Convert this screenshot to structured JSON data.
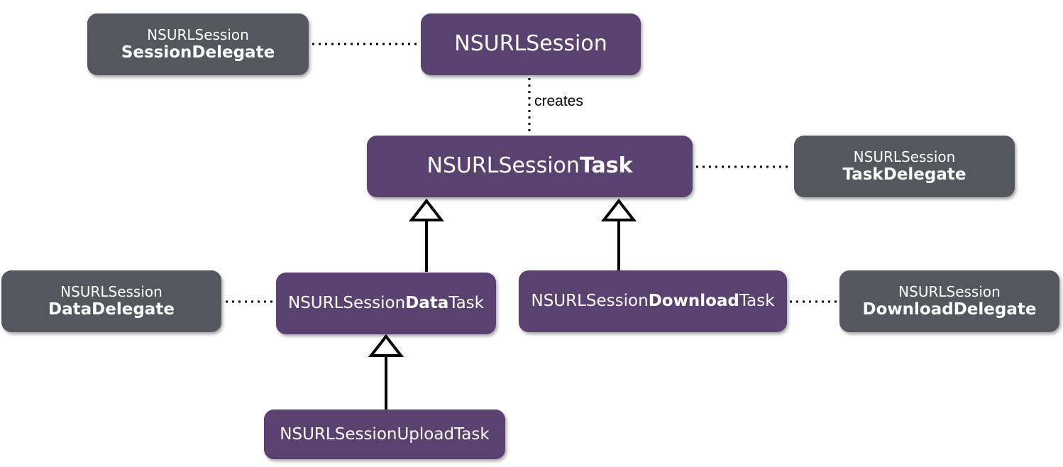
{
  "nodes": {
    "session": {
      "prefix": "NSURLSession",
      "bold": "",
      "suffix": ""
    },
    "task": {
      "prefix": "NSURLSession",
      "bold": "Task",
      "suffix": ""
    },
    "data_task": {
      "prefix": "NSURLSession",
      "bold": "Data",
      "suffix": "Task"
    },
    "download_task": {
      "prefix": "NSURLSession",
      "bold": "Download",
      "suffix": "Task"
    },
    "upload_task": {
      "prefix": "NSURLSessionUploadTask",
      "bold": "",
      "suffix": ""
    }
  },
  "delegates": {
    "session": {
      "line1": "NSURLSession",
      "line2": "SessionDelegate"
    },
    "task": {
      "line1": "NSURLSession",
      "line2": "TaskDelegate"
    },
    "data": {
      "line1": "NSURLSession",
      "line2": "DataDelegate"
    },
    "download": {
      "line1": "NSURLSession",
      "line2": "DownloadDelegate"
    }
  },
  "edges": {
    "creates_label": "creates"
  },
  "colors": {
    "class_box": "#5a4270",
    "delegate_box": "#54575d",
    "connector": "#000000"
  }
}
